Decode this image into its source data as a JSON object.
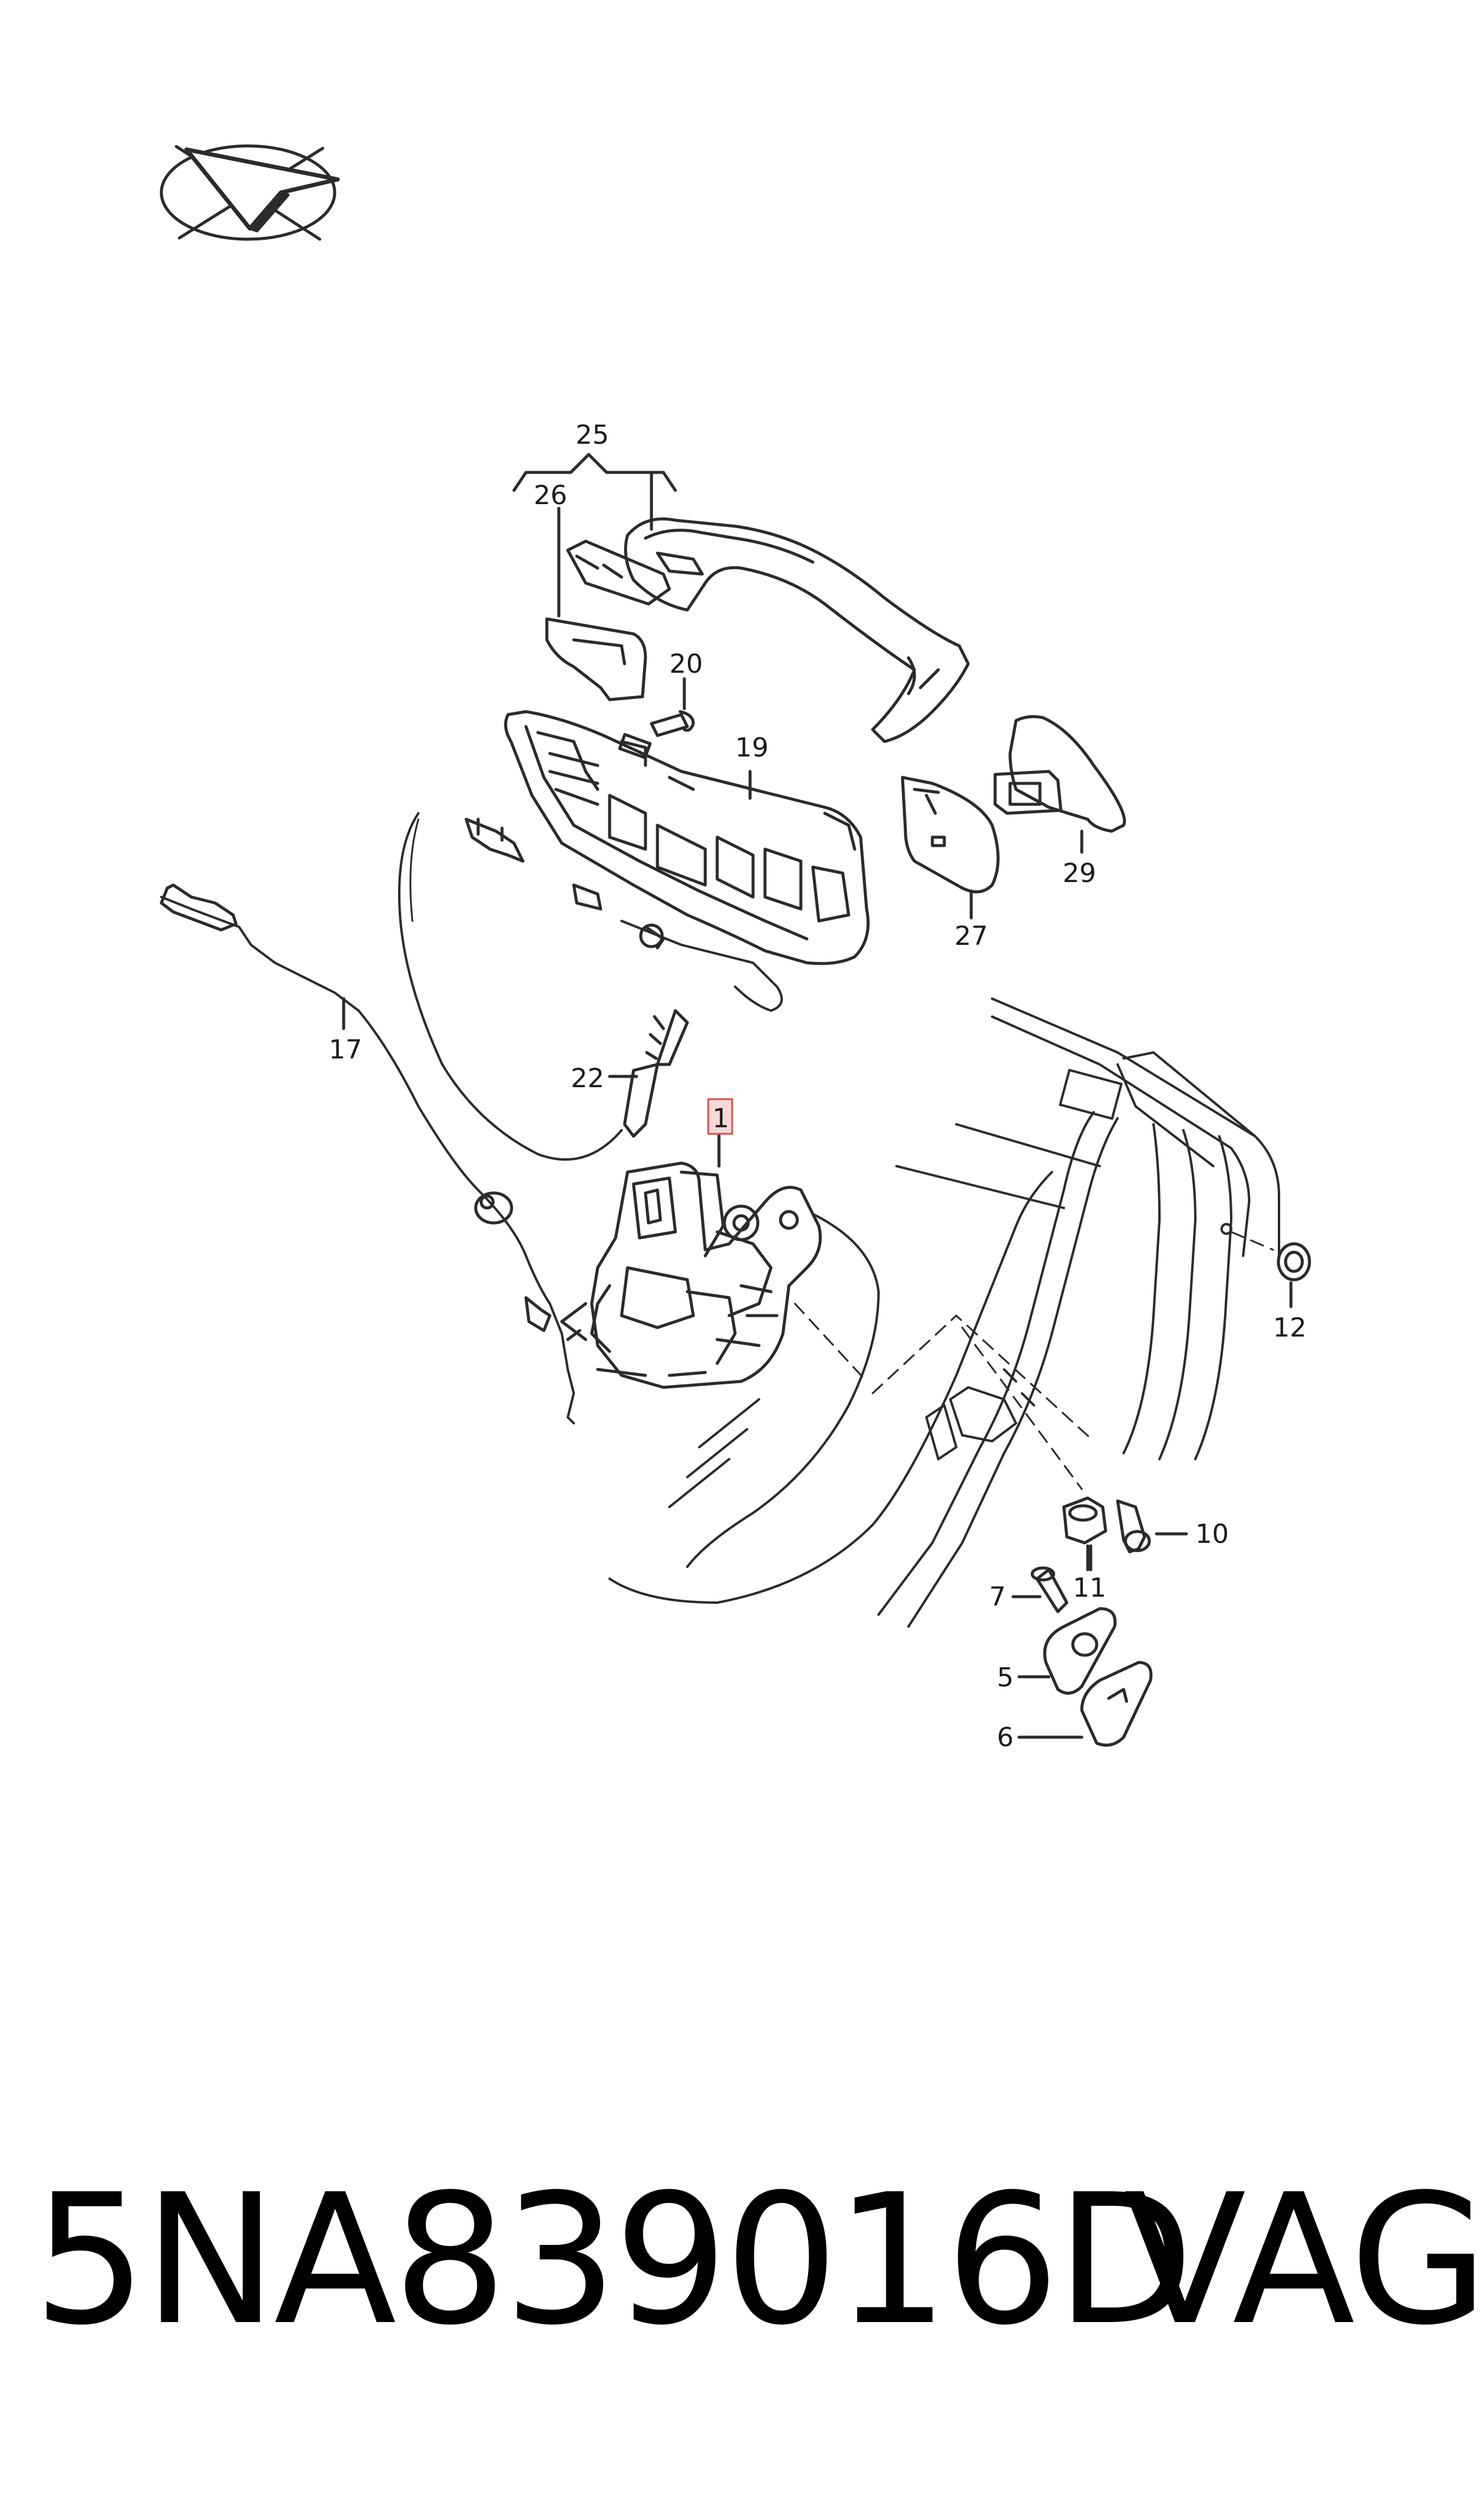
{
  "callouts": [
    {
      "id": "c1",
      "label": "1",
      "highlighted": true
    },
    {
      "id": "c5",
      "label": "5"
    },
    {
      "id": "c6",
      "label": "6"
    },
    {
      "id": "c7",
      "label": "7"
    },
    {
      "id": "c10",
      "label": "10"
    },
    {
      "id": "c11",
      "label": "11"
    },
    {
      "id": "c12",
      "label": "12"
    },
    {
      "id": "c17",
      "label": "17"
    },
    {
      "id": "c19",
      "label": "19"
    },
    {
      "id": "c20",
      "label": "20"
    },
    {
      "id": "c22",
      "label": "22"
    },
    {
      "id": "c25",
      "label": "25"
    },
    {
      "id": "c26",
      "label": "26"
    },
    {
      "id": "c27",
      "label": "27"
    },
    {
      "id": "c29",
      "label": "29"
    }
  ],
  "footer": {
    "part_number": "5NA839016D",
    "brand": "VAG"
  },
  "colors": {
    "line": "#2b2b2b",
    "highlight_border": "#d9534f",
    "highlight_fill": "#f8d7d7",
    "text": "#1a1a1a"
  },
  "icons": {
    "view_direction": "view-direction-arrow-icon"
  }
}
